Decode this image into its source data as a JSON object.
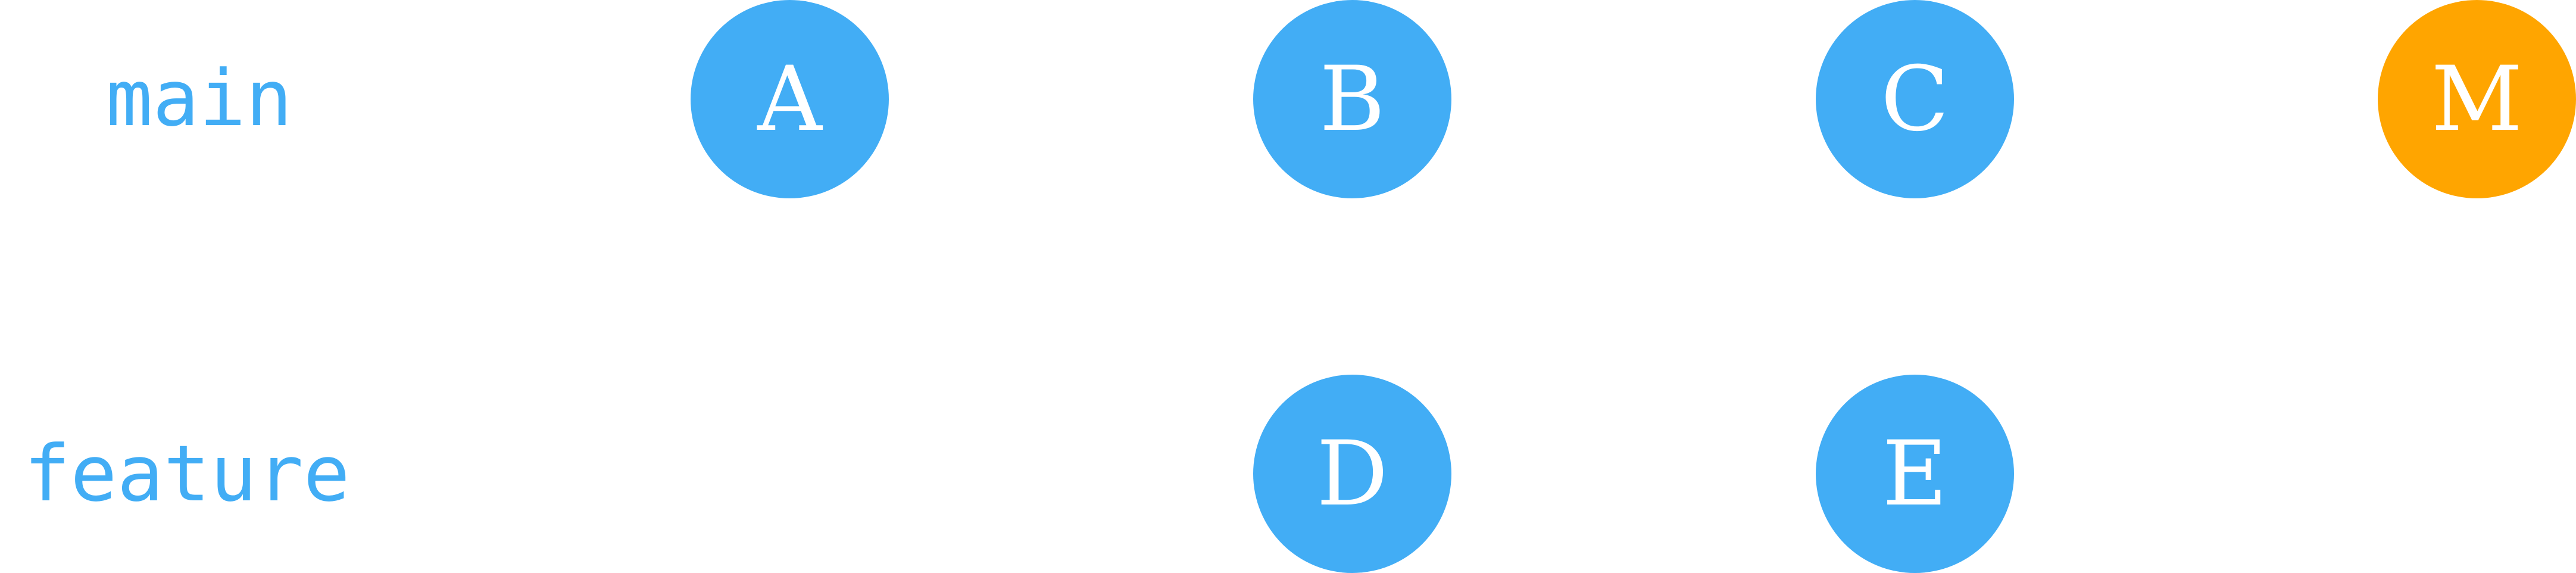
{
  "colors": {
    "commit": "#42adf5",
    "merge_commit": "#ffa500",
    "label": "#42adf5"
  },
  "branches": {
    "main": "main",
    "feature": "feature"
  },
  "commits": {
    "a": "A",
    "b": "B",
    "c": "C",
    "d": "D",
    "e": "E",
    "m": "M"
  }
}
